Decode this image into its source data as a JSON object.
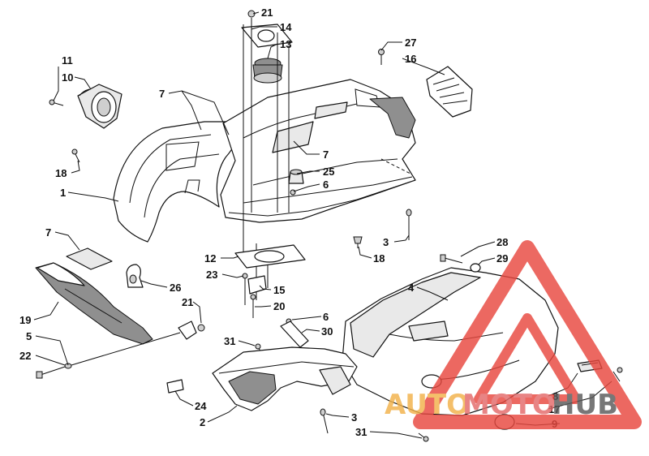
{
  "labels": [
    {
      "id": "lbl-21a",
      "text": "21"
    },
    {
      "id": "lbl-14",
      "text": "14"
    },
    {
      "id": "lbl-13",
      "text": "13"
    },
    {
      "id": "lbl-27",
      "text": "27"
    },
    {
      "id": "lbl-16",
      "text": "16"
    },
    {
      "id": "lbl-11",
      "text": "11"
    },
    {
      "id": "lbl-10",
      "text": "10"
    },
    {
      "id": "lbl-7a",
      "text": "7"
    },
    {
      "id": "lbl-7b",
      "text": "7"
    },
    {
      "id": "lbl-18a",
      "text": "18"
    },
    {
      "id": "lbl-25",
      "text": "25"
    },
    {
      "id": "lbl-6a",
      "text": "6"
    },
    {
      "id": "lbl-1",
      "text": "1"
    },
    {
      "id": "lbl-7c",
      "text": "7"
    },
    {
      "id": "lbl-3a",
      "text": "3"
    },
    {
      "id": "lbl-18b",
      "text": "18"
    },
    {
      "id": "lbl-28",
      "text": "28"
    },
    {
      "id": "lbl-29",
      "text": "29"
    },
    {
      "id": "lbl-12",
      "text": "12"
    },
    {
      "id": "lbl-23",
      "text": "23"
    },
    {
      "id": "lbl-26",
      "text": "26"
    },
    {
      "id": "lbl-4",
      "text": "4"
    },
    {
      "id": "lbl-15",
      "text": "15"
    },
    {
      "id": "lbl-19",
      "text": "19"
    },
    {
      "id": "lbl-21b",
      "text": "21"
    },
    {
      "id": "lbl-20",
      "text": "20"
    },
    {
      "id": "lbl-6b",
      "text": "6"
    },
    {
      "id": "lbl-5",
      "text": "5"
    },
    {
      "id": "lbl-31a",
      "text": "31"
    },
    {
      "id": "lbl-30",
      "text": "30"
    },
    {
      "id": "lbl-22",
      "text": "22"
    },
    {
      "id": "lbl-8",
      "text": "8"
    },
    {
      "id": "lbl-17",
      "text": "17"
    },
    {
      "id": "lbl-24",
      "text": "24"
    },
    {
      "id": "lbl-2",
      "text": "2"
    },
    {
      "id": "lbl-3b",
      "text": "3"
    },
    {
      "id": "lbl-9",
      "text": "9"
    },
    {
      "id": "lbl-31b",
      "text": "31"
    }
  ],
  "watermark": {
    "part1": "AUTO",
    "part2": "MOTO",
    "part3": "HUB",
    "colors": {
      "auto": "#f2b24a",
      "moto": "#e36a6a",
      "hub": "#5a5a5a",
      "triangle": "#e8483f"
    }
  }
}
